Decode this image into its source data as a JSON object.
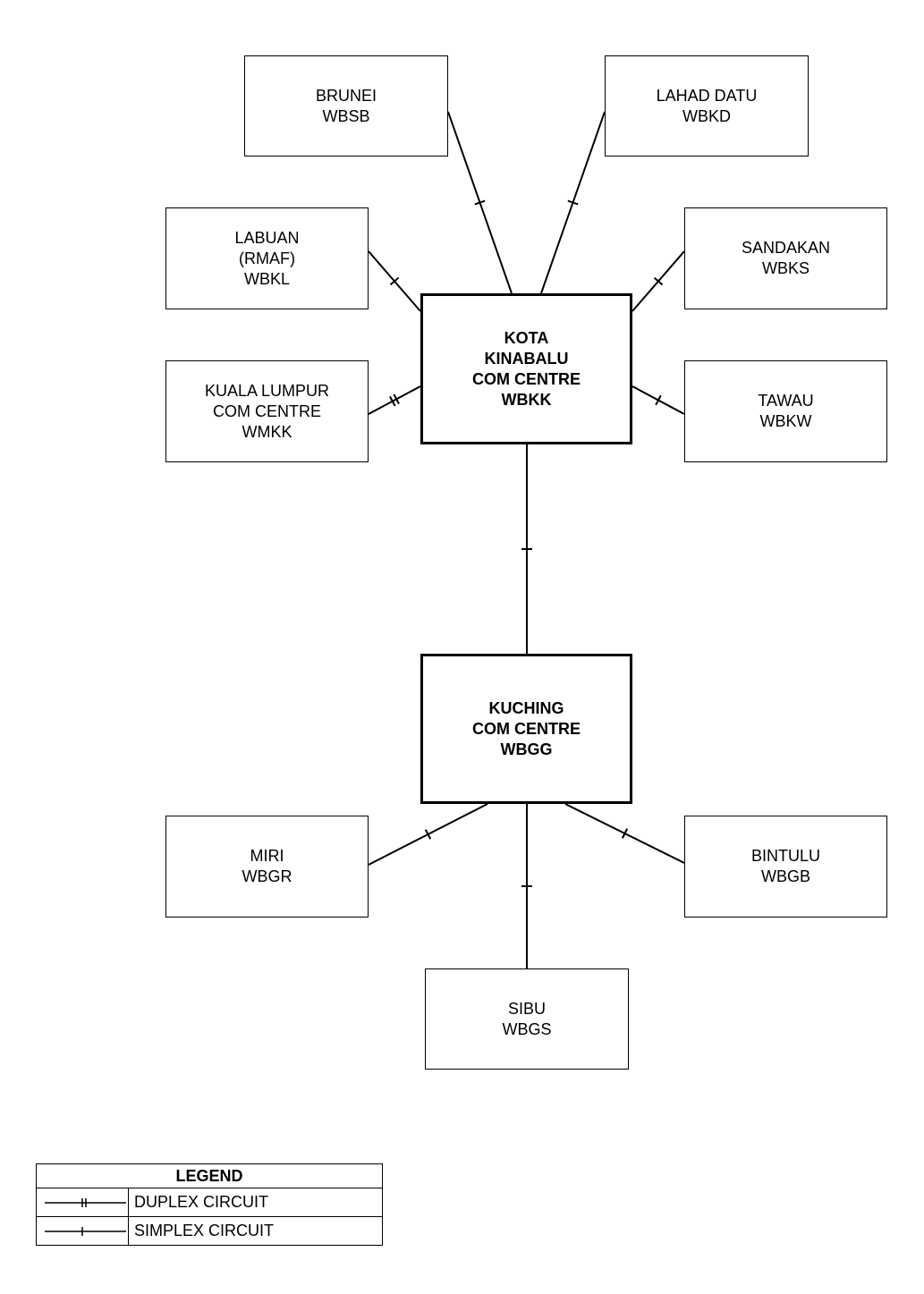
{
  "nodes": {
    "brunei": {
      "lines": [
        "BRUNEI",
        "WBSB"
      ]
    },
    "lahad": {
      "lines": [
        "LAHAD DATU",
        "WBKD"
      ]
    },
    "labuan": {
      "lines": [
        "LABUAN",
        "(RMAF)",
        "WBKL"
      ]
    },
    "sandakan": {
      "lines": [
        "SANDAKAN",
        "WBKS"
      ]
    },
    "kl": {
      "lines": [
        "KUALA LUMPUR",
        "COM CENTRE",
        "WMKK"
      ]
    },
    "tawau": {
      "lines": [
        "TAWAU",
        "WBKW"
      ]
    },
    "kk": {
      "lines": [
        "KOTA",
        "KINABALU",
        "COM CENTRE",
        "WBKK"
      ]
    },
    "kuching": {
      "lines": [
        "KUCHING",
        "COM CENTRE",
        "WBGG"
      ]
    },
    "miri": {
      "lines": [
        "MIRI",
        "WBGR"
      ]
    },
    "bintulu": {
      "lines": [
        "BINTULU",
        "WBGB"
      ]
    },
    "sibu": {
      "lines": [
        "SIBU",
        "WBGS"
      ]
    }
  },
  "links": [
    {
      "from": "kk",
      "to": "brunei",
      "type": "simplex"
    },
    {
      "from": "kk",
      "to": "lahad",
      "type": "simplex"
    },
    {
      "from": "kk",
      "to": "labuan",
      "type": "simplex"
    },
    {
      "from": "kk",
      "to": "sandakan",
      "type": "simplex"
    },
    {
      "from": "kk",
      "to": "kl",
      "type": "duplex"
    },
    {
      "from": "kk",
      "to": "tawau",
      "type": "simplex"
    },
    {
      "from": "kk",
      "to": "kuching",
      "type": "simplex"
    },
    {
      "from": "kuching",
      "to": "miri",
      "type": "simplex"
    },
    {
      "from": "kuching",
      "to": "bintulu",
      "type": "simplex"
    },
    {
      "from": "kuching",
      "to": "sibu",
      "type": "simplex"
    }
  ],
  "legend": {
    "title": "LEGEND",
    "duplex_label": "DUPLEX CIRCUIT",
    "simplex_label": "SIMPLEX CIRCUIT"
  }
}
